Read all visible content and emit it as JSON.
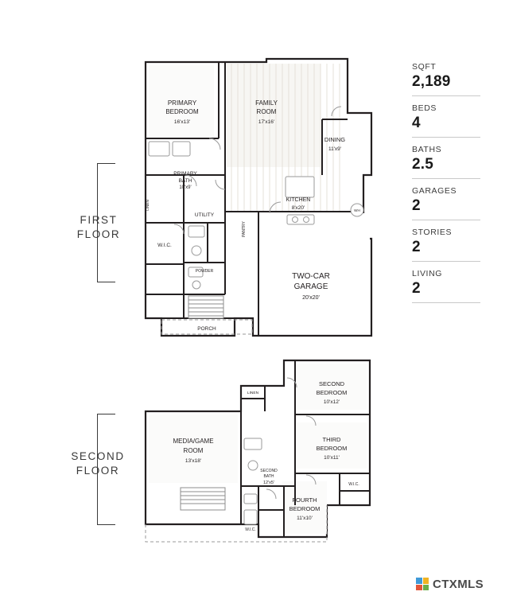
{
  "stats": [
    {
      "label": "SQFT",
      "value": "2,189"
    },
    {
      "label": "BEDS",
      "value": "4"
    },
    {
      "label": "BATHS",
      "value": "2.5"
    },
    {
      "label": "GARAGES",
      "value": "2"
    },
    {
      "label": "STORIES",
      "value": "2"
    },
    {
      "label": "LIVING",
      "value": "2"
    }
  ],
  "floors": [
    {
      "id": "first",
      "label": "FIRST\nFLOOR"
    },
    {
      "id": "second",
      "label": "SECOND\nFLOOR"
    }
  ],
  "first_floor": {
    "rooms": [
      {
        "name": "PRIMARY BEDROOM",
        "line1": "PRIMARY",
        "line2": "BEDROOM",
        "dim": "16'x13'"
      },
      {
        "name": "FAMILY ROOM",
        "line1": "FAMILY",
        "line2": "ROOM",
        "dim": "17'x16'"
      },
      {
        "name": "DINING",
        "line1": "DINING",
        "line2": "",
        "dim": "11'x9'"
      },
      {
        "name": "PRIMARY BATH",
        "line1": "PRIMARY",
        "line2": "BATH",
        "dim": "10'x9'"
      },
      {
        "name": "KITCHEN",
        "line1": "KITCHEN",
        "line2": "",
        "dim": "8'x20'"
      },
      {
        "name": "TWO-CAR GARAGE",
        "line1": "TWO-CAR",
        "line2": "GARAGE",
        "dim": "20'x20'"
      },
      {
        "name": "UTILITY",
        "line1": "UTILITY",
        "line2": "",
        "dim": ""
      },
      {
        "name": "W.I.C.",
        "line1": "W.I.C.",
        "line2": "",
        "dim": ""
      },
      {
        "name": "POWDER",
        "line1": "POWDER",
        "line2": "",
        "dim": ""
      },
      {
        "name": "PANTRY",
        "line1": "PANTRY",
        "line2": "",
        "dim": ""
      },
      {
        "name": "PORCH",
        "line1": "PORCH",
        "line2": "",
        "dim": ""
      },
      {
        "name": "LINEN",
        "line1": "LINEN",
        "line2": "",
        "dim": ""
      },
      {
        "name": "WH",
        "line1": "WH",
        "line2": "",
        "dim": ""
      }
    ]
  },
  "second_floor": {
    "rooms": [
      {
        "name": "MEDIA/GAME ROOM",
        "line1": "MEDIA/GAME",
        "line2": "ROOM",
        "dim": "13'x18'"
      },
      {
        "name": "SECOND BEDROOM",
        "line1": "SECOND",
        "line2": "BEDROOM",
        "dim": "10'x12'"
      },
      {
        "name": "THIRD BEDROOM",
        "line1": "THIRD",
        "line2": "BEDROOM",
        "dim": "10'x11'"
      },
      {
        "name": "FOURTH BEDROOM",
        "line1": "FOURTH",
        "line2": "BEDROOM",
        "dim": "11'x10'"
      },
      {
        "name": "SECOND BATH",
        "line1": "SECOND",
        "line2": "BATH",
        "dim": "12'x5'"
      },
      {
        "name": "LINEN",
        "line1": "LINEN",
        "line2": "",
        "dim": ""
      },
      {
        "name": "W.I.C. right",
        "line1": "W.I.C.",
        "line2": "",
        "dim": ""
      },
      {
        "name": "W.I.C. lower",
        "line1": "W.I.C.",
        "line2": "",
        "dim": ""
      }
    ]
  },
  "logo": {
    "text": "CTXMLS",
    "colors": {
      "blue": "#3f9ad8",
      "yellow": "#f0b323",
      "red": "#e2563a",
      "green": "#6aae4a"
    }
  }
}
